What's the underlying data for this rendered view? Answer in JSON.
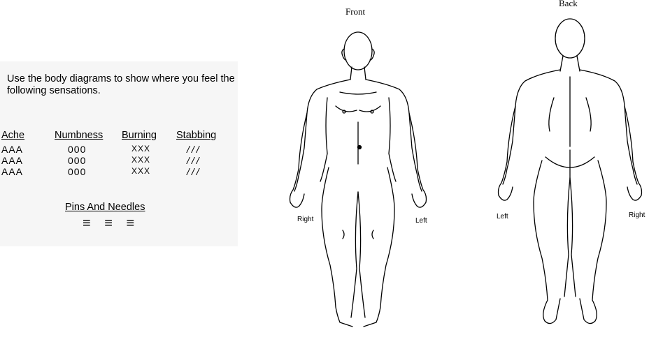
{
  "instructions": "Use the body diagrams to show  where you feel the following sensations.",
  "legend": {
    "columns": [
      {
        "name": "Ache",
        "symbol": "AAA"
      },
      {
        "name": "Numbness",
        "symbol": "000"
      },
      {
        "name": "Burning",
        "symbol": "XXX"
      },
      {
        "name": "Stabbing",
        "symbol": "///"
      }
    ],
    "pins_and_needles": {
      "name": "Pins And Needles",
      "symbol": "≡ ≡ ≡"
    }
  },
  "front": {
    "title": "Front",
    "left_label": "Right",
    "right_label": "Left"
  },
  "back": {
    "title": "Back",
    "left_label": "Left",
    "right_label": "Right"
  }
}
